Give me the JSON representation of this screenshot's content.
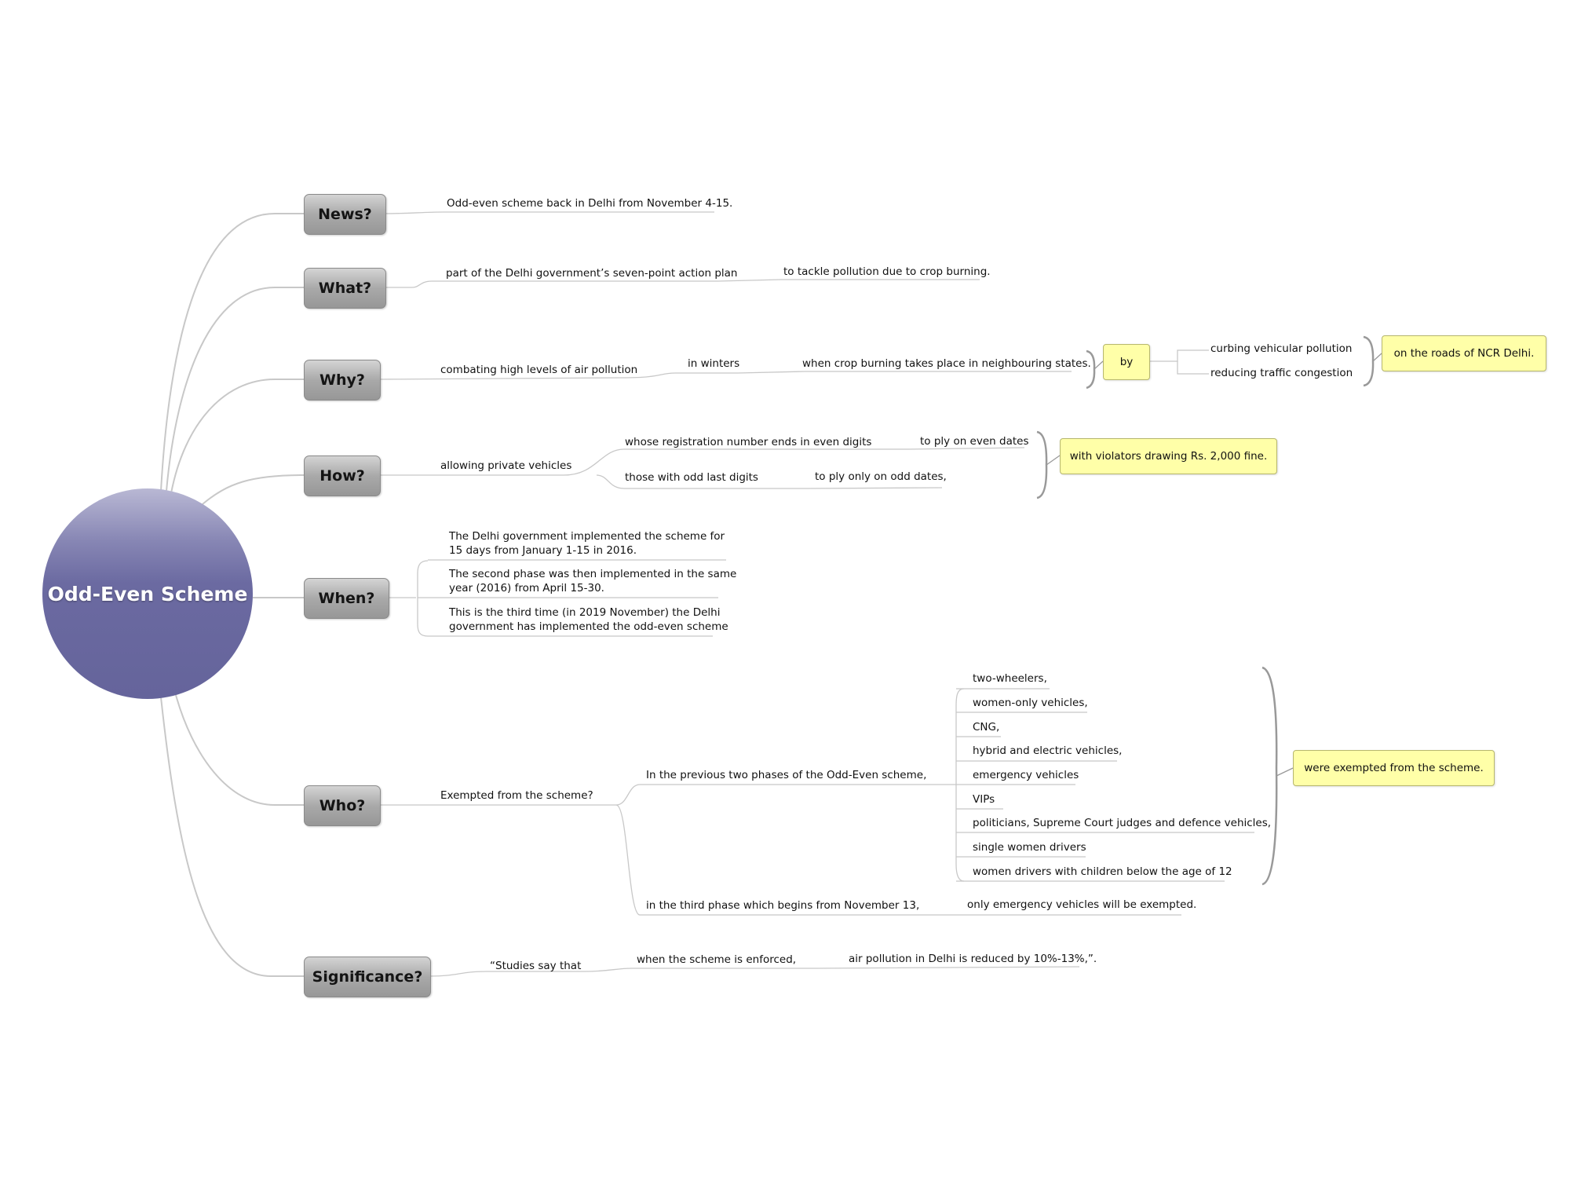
{
  "colors": {
    "connector": "#c8c8c8",
    "bracket": "#999999",
    "note_fill": "#ffffa8",
    "root_fill": "#65649b"
  },
  "root": "Odd-Even Scheme",
  "topics": {
    "news": "News?",
    "what": "What?",
    "why": "Why?",
    "how": "How?",
    "when": "When?",
    "who": "Who?",
    "significance": "Significance?"
  },
  "news": {
    "text": "Odd-even scheme back in Delhi from November 4-15."
  },
  "what": {
    "t1": "part of the Delhi government’s seven-point action plan",
    "t2": "to tackle pollution due to crop burning."
  },
  "why": {
    "t1": "combating high levels of air pollution",
    "t2": "in winters",
    "t3": "when crop burning takes place in neighbouring states.",
    "by": "by",
    "b1": "curbing vehicular pollution",
    "b2": "reducing traffic congestion",
    "note": "on the roads of NCR Delhi."
  },
  "how": {
    "t1": "allowing private vehicles",
    "e1": "whose registration number ends in even digits",
    "e2": "to ply on even dates",
    "o1": "those with odd last digits",
    "o2": "to ply only on odd dates,",
    "note": "with violators drawing Rs. 2,000 fine."
  },
  "when": {
    "i1": "The Delhi government implemented the scheme for 15 days from January 1-15 in 2016.",
    "i2": "The second phase was then implemented in the same year (2016) from April 15-30.",
    "i3": "This is the third time (in 2019 November) the Delhi government has implemented the odd-even scheme"
  },
  "who": {
    "t1": "Exempted from the scheme?",
    "p1": "In the previous two phases of the Odd-Even scheme,",
    "items": [
      "two-wheelers,",
      "women-only vehicles,",
      "CNG,",
      "hybrid and electric vehicles,",
      "emergency vehicles",
      " VIPs",
      "politicians, Supreme Court judges and defence vehicles,",
      "single women drivers",
      "women drivers with children below the age of 12"
    ],
    "note": "were exempted from the scheme.",
    "p2": "in the third phase which begins from November 13,",
    "p2b": "only emergency vehicles will be exempted."
  },
  "significance": {
    "t1": "“Studies say that",
    "t2": "when the scheme is enforced,",
    "t3": "air pollution in Delhi is reduced by 10%-13%,”."
  }
}
